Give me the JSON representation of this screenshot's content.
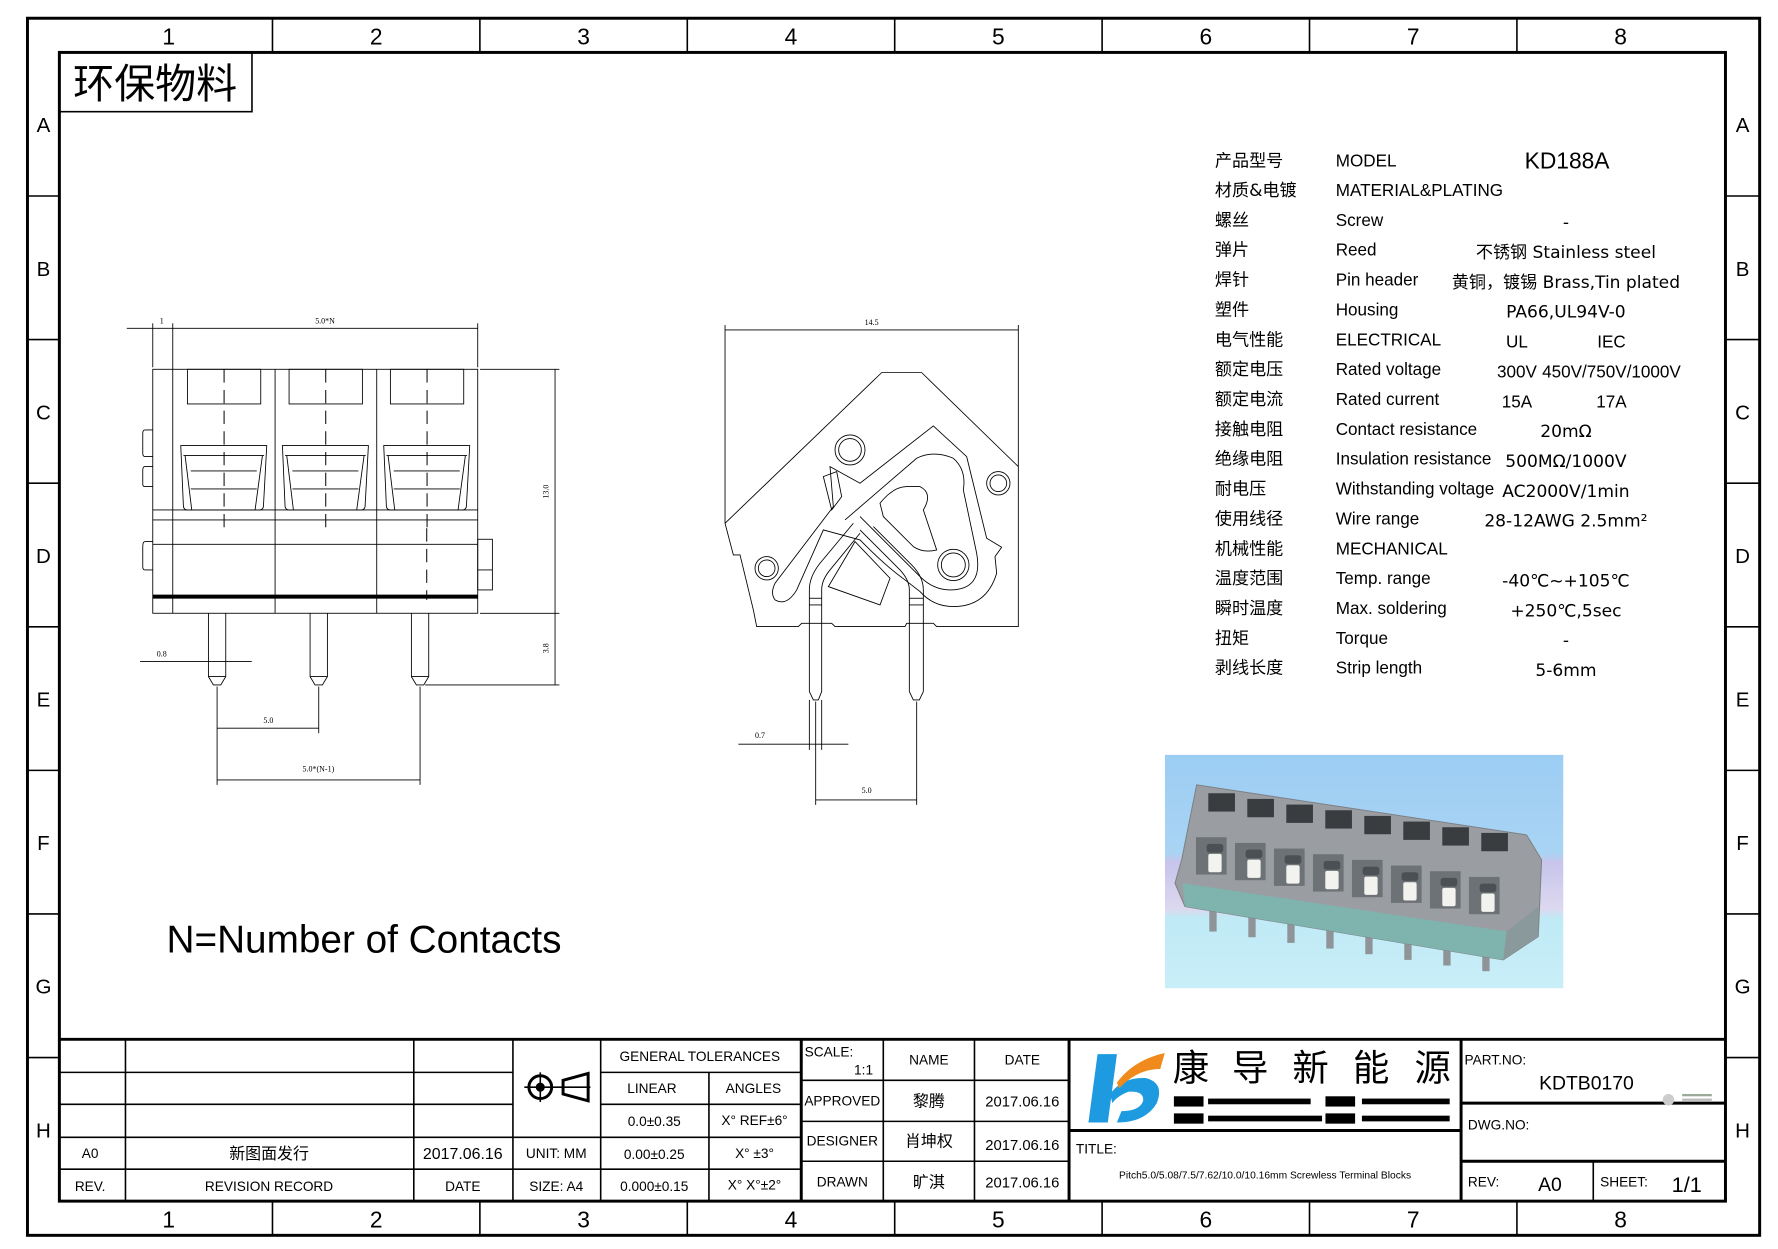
{
  "border": {
    "columns": [
      "1",
      "2",
      "3",
      "4",
      "5",
      "6",
      "7",
      "8"
    ],
    "rows": [
      "A",
      "B",
      "C",
      "D",
      "E",
      "F",
      "G",
      "H"
    ]
  },
  "stamp": "环保物料",
  "front_view": {
    "dim_offset": "1",
    "dim_width": "5.0*N",
    "dim_height": "13.0",
    "dim_pin_length": "3.8",
    "dim_pin_dia": "0.8",
    "dim_pitch": "5.0",
    "dim_pitch_total": "5.0*(N-1)"
  },
  "side_view": {
    "dim_depth": "14.5",
    "dim_pin_dia": "0.7",
    "dim_pin_spacing": "5.0"
  },
  "note": "N=Number of Contacts",
  "specs": {
    "model_cn": "产品型号",
    "model_en": "MODEL",
    "model_value": "KD188A",
    "rows": [
      {
        "cn": "材质&电镀",
        "en": "MATERIAL&PLATING",
        "value": ""
      },
      {
        "cn": "螺丝",
        "en": "Screw",
        "value": "-"
      },
      {
        "cn": "弹片",
        "en": "Reed",
        "value": "不锈钢 Stainless steel"
      },
      {
        "cn": "焊针",
        "en": "Pin header",
        "value": "黄铜，镀锡 Brass,Tin plated"
      },
      {
        "cn": "塑件",
        "en": "Housing",
        "value": "PA66,UL94V-0"
      },
      {
        "cn": "电气性能",
        "en": "ELECTRICAL",
        "ul": "UL",
        "iec": "IEC"
      },
      {
        "cn": "额定电压",
        "en": "Rated voltage",
        "ul": "300V",
        "iec": "450V/750V/1000V"
      },
      {
        "cn": "额定电流",
        "en": "Rated current",
        "ul": "15A",
        "iec": "17A"
      },
      {
        "cn": "接触电阻",
        "en": "Contact resistance",
        "value": "20mΩ"
      },
      {
        "cn": "绝缘电阻",
        "en": "Insulation resistance",
        "value": "500MΩ/1000V"
      },
      {
        "cn": "耐电压",
        "en": "Withstanding voltage",
        "value": "AC2000V/1min"
      },
      {
        "cn": "使用线径",
        "en": "Wire range",
        "value": "28-12AWG 2.5mm²"
      },
      {
        "cn": "机械性能",
        "en": "MECHANICAL",
        "value": ""
      },
      {
        "cn": "温度范围",
        "en": "Temp. range",
        "value": "-40℃~+105℃"
      },
      {
        "cn": "瞬时温度",
        "en": "Max. soldering",
        "value": "+250℃,5sec"
      },
      {
        "cn": "扭矩",
        "en": "Torque",
        "value": "-"
      },
      {
        "cn": "剥线长度",
        "en": "Strip length",
        "value": "5-6mm"
      }
    ]
  },
  "title_block": {
    "revision": {
      "rev": "A0",
      "record": "新图面发行",
      "date": "2017.06.16",
      "rev_header": "REV.",
      "record_header": "REVISION RECORD",
      "date_header": "DATE"
    },
    "unit": "UNIT: MM",
    "size": "SIZE: A4",
    "tolerances": {
      "title": "GENERAL TOLERANCES",
      "linear_header": "LINEAR",
      "angles_header": "ANGLES",
      "linear": [
        "0.0±0.35",
        "0.00±0.25",
        "0.000±0.15"
      ],
      "angles": [
        "X° REF±6°",
        "X° ±3°",
        "X° X°±2°"
      ]
    },
    "scale_label": "SCALE:",
    "scale": "1:1",
    "name_header": "NAME",
    "date_header": "DATE",
    "signoffs": [
      {
        "role": "APPROVED",
        "name": "黎腾",
        "date": "2017.06.16"
      },
      {
        "role": "DESIGNER",
        "name": "肖坤权",
        "date": "2017.06.16"
      },
      {
        "role": "DRAWN",
        "name": "旷淇",
        "date": "2017.06.16"
      }
    ],
    "company": [
      "康",
      "导",
      "新",
      "能",
      "源"
    ],
    "title_label": "TITLE:",
    "title": "Pitch5.0/5.08/7.5/7.62/10.0/10.16mm Screwless Terminal Blocks",
    "part_no_label": "PART.NO:",
    "part_no": "KDTB0170",
    "dwg_no_label": "DWG.NO:",
    "rev_label": "REV:",
    "rev": "A0",
    "sheet_label": "SHEET:",
    "sheet": "1/1"
  },
  "colors": {
    "logo_blue": "#1e9be0",
    "logo_orange": "#f08a1c",
    "photo_sky": "#a7d3f4",
    "housing": "#9a9ea2",
    "teal": "#7fb3ad"
  }
}
